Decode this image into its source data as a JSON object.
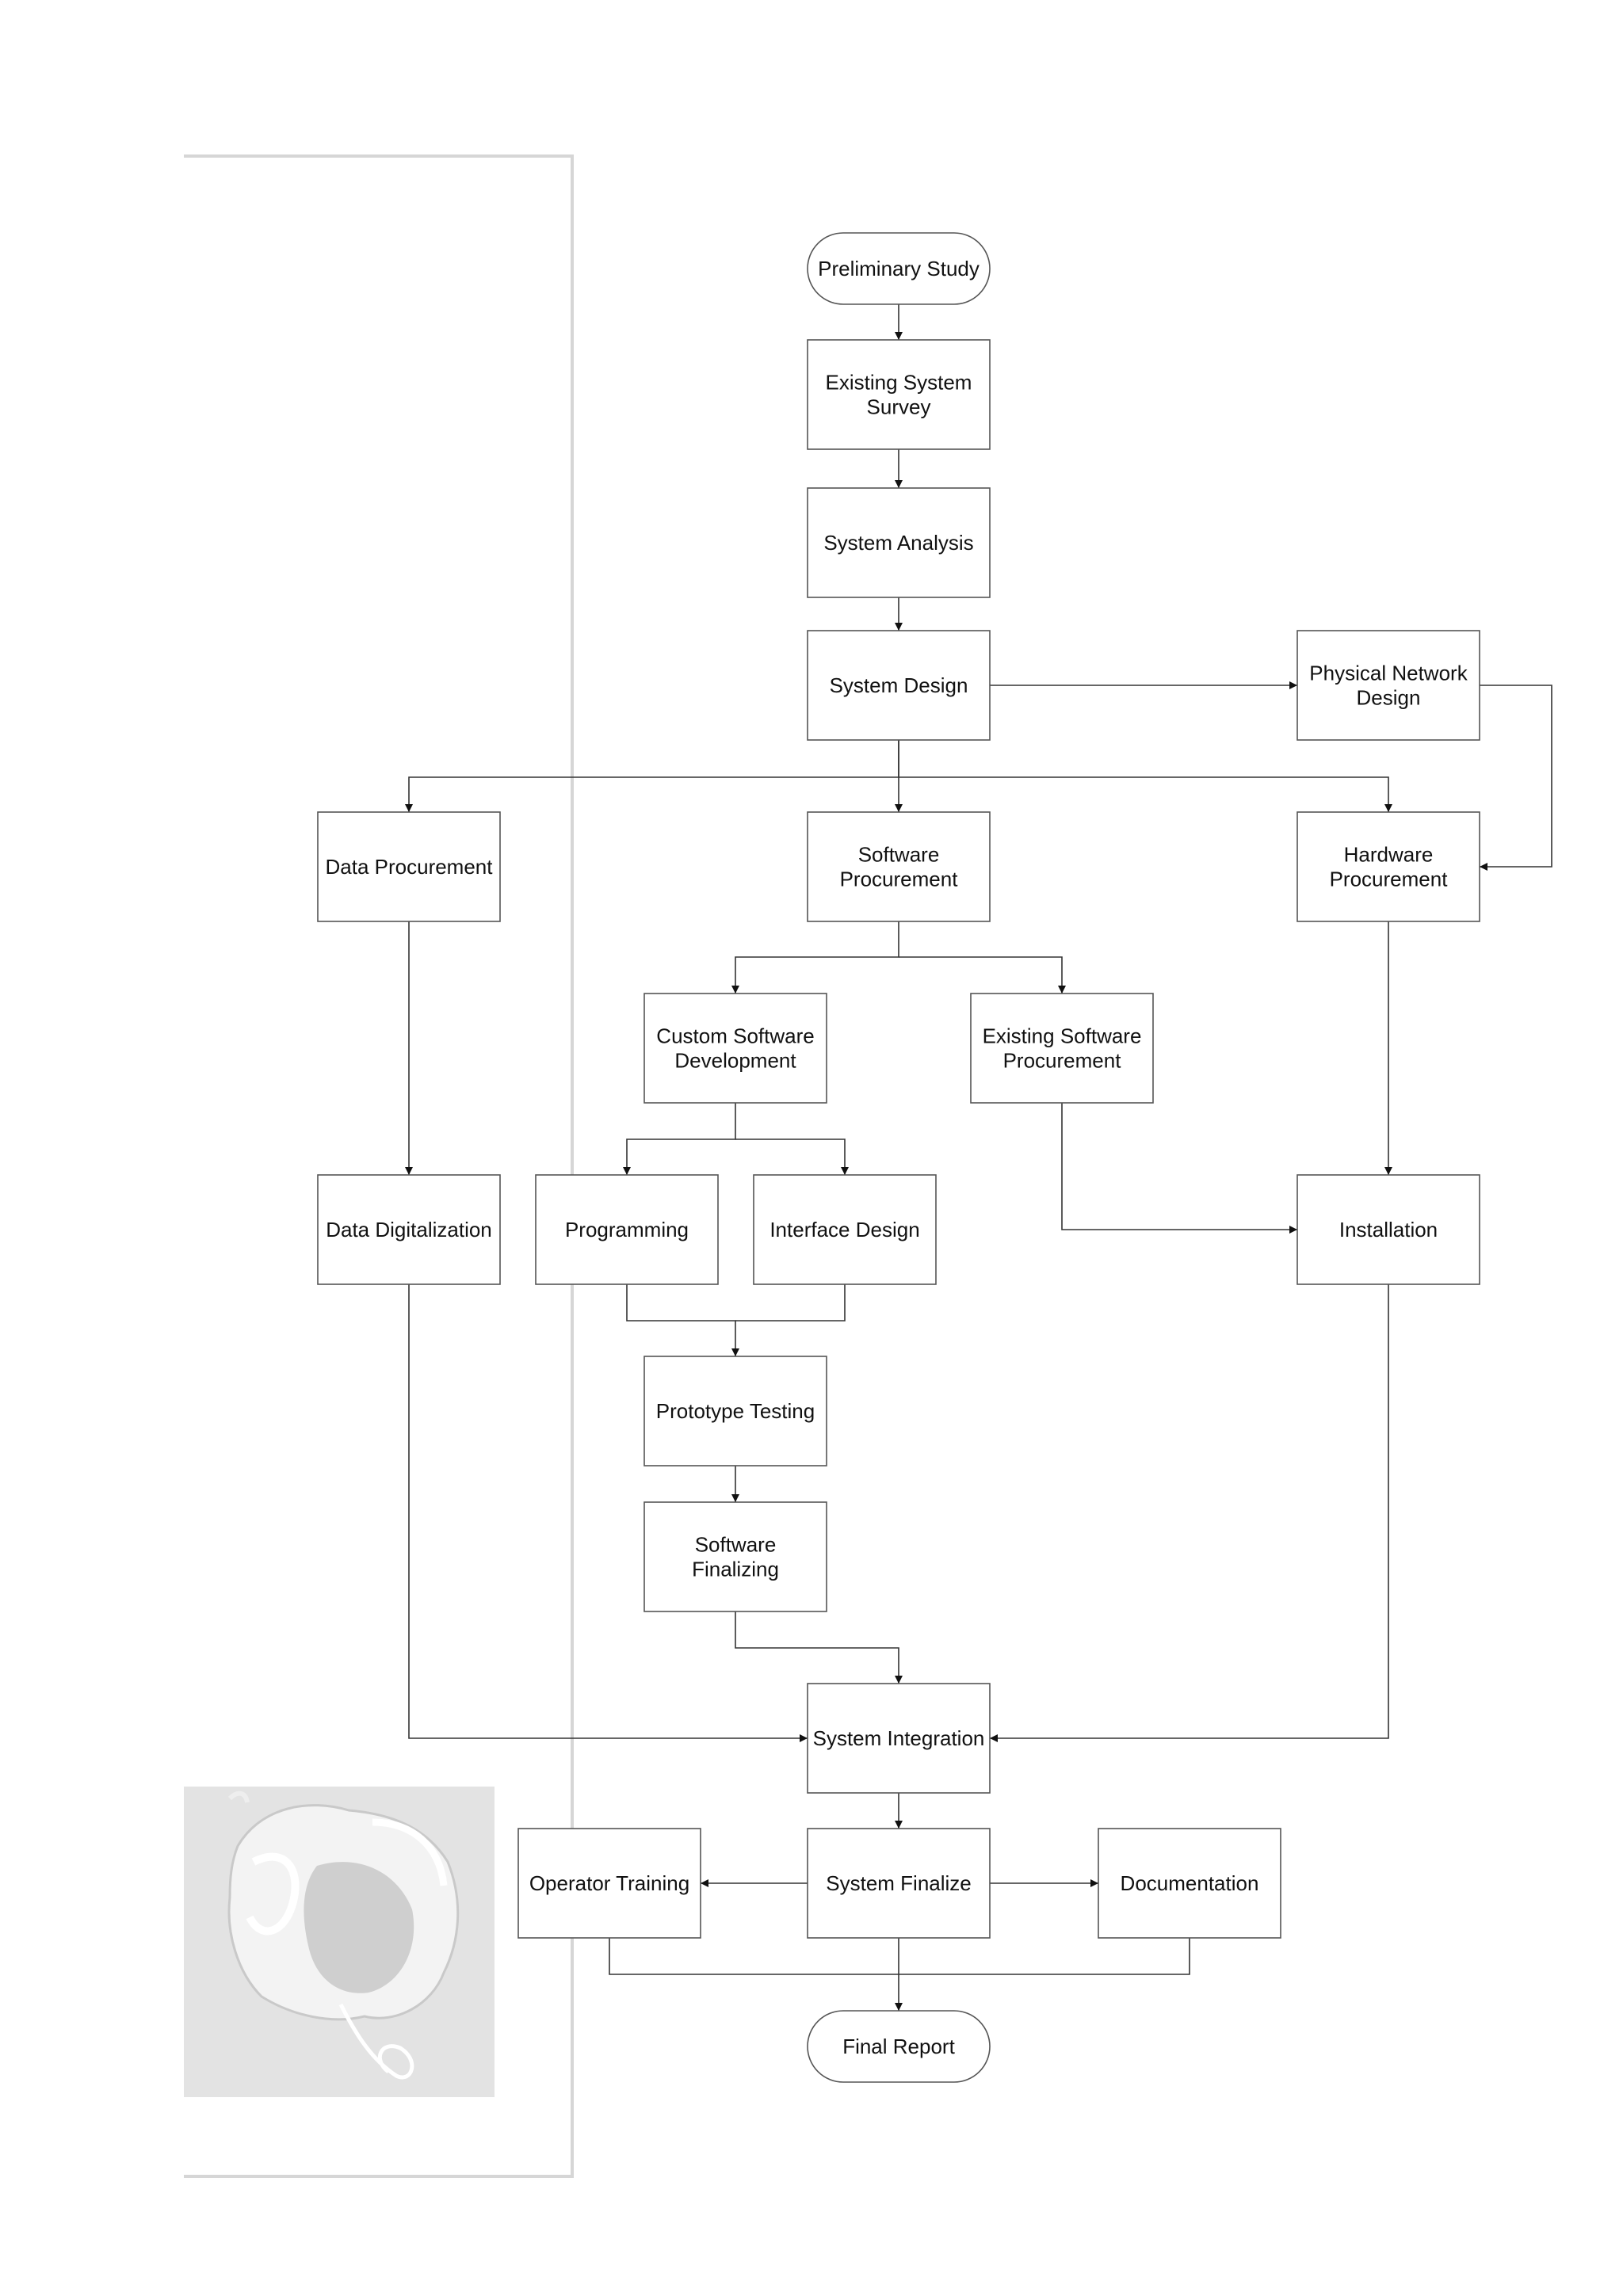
{
  "colors": {
    "background": "#ffffff",
    "node_border": "#555555",
    "edge": "#333333",
    "text": "#111111",
    "frame": "#d6d6d6",
    "photo_panel": "#e3e3e3"
  },
  "decor": {
    "photo_subject": "crumpled-paper-bag-image"
  },
  "diagram": {
    "nodes": [
      {
        "id": "preliminary_study",
        "shape": "terminal",
        "label": [
          "Preliminary Study"
        ]
      },
      {
        "id": "existing_system_survey",
        "shape": "process",
        "label": [
          "Existing System",
          "Survey"
        ]
      },
      {
        "id": "system_analysis",
        "shape": "process",
        "label": [
          "System Analysis"
        ]
      },
      {
        "id": "system_design",
        "shape": "process",
        "label": [
          "System Design"
        ]
      },
      {
        "id": "physical_network_design",
        "shape": "process",
        "label": [
          "Physical Network",
          "Design"
        ]
      },
      {
        "id": "data_procurement",
        "shape": "process",
        "label": [
          "Data Procurement"
        ]
      },
      {
        "id": "software_procurement",
        "shape": "process",
        "label": [
          "Software",
          "Procurement"
        ]
      },
      {
        "id": "hardware_procurement",
        "shape": "process",
        "label": [
          "Hardware",
          "Procurement"
        ]
      },
      {
        "id": "custom_software_development",
        "shape": "process",
        "label": [
          "Custom Software",
          "Development"
        ]
      },
      {
        "id": "existing_software_procurement",
        "shape": "process",
        "label": [
          "Existing Software",
          "Procurement"
        ]
      },
      {
        "id": "data_digitalization",
        "shape": "process",
        "label": [
          "Data Digitalization"
        ]
      },
      {
        "id": "programming",
        "shape": "process",
        "label": [
          "Programming"
        ]
      },
      {
        "id": "interface_design",
        "shape": "process",
        "label": [
          "Interface Design"
        ]
      },
      {
        "id": "installation",
        "shape": "process",
        "label": [
          "Installation"
        ]
      },
      {
        "id": "prototype_testing",
        "shape": "process",
        "label": [
          "Prototype Testing"
        ]
      },
      {
        "id": "software_finalizing",
        "shape": "process",
        "label": [
          "Software",
          "Finalizing"
        ]
      },
      {
        "id": "system_integration",
        "shape": "process",
        "label": [
          "System Integration"
        ]
      },
      {
        "id": "operator_training",
        "shape": "process",
        "label": [
          "Operator Training"
        ]
      },
      {
        "id": "system_finalize",
        "shape": "process",
        "label": [
          "System Finalize"
        ]
      },
      {
        "id": "documentation",
        "shape": "process",
        "label": [
          "Documentation"
        ]
      },
      {
        "id": "final_report",
        "shape": "terminal",
        "label": [
          "Final Report"
        ]
      }
    ],
    "edges": [
      {
        "from": "preliminary_study",
        "to": "existing_system_survey"
      },
      {
        "from": "existing_system_survey",
        "to": "system_analysis"
      },
      {
        "from": "system_analysis",
        "to": "system_design"
      },
      {
        "from": "system_design",
        "to": "physical_network_design"
      },
      {
        "from": "system_design",
        "to": "data_procurement"
      },
      {
        "from": "system_design",
        "to": "software_procurement"
      },
      {
        "from": "system_design",
        "to": "hardware_procurement"
      },
      {
        "from": "physical_network_design",
        "to": "hardware_procurement"
      },
      {
        "from": "software_procurement",
        "to": "custom_software_development"
      },
      {
        "from": "software_procurement",
        "to": "existing_software_procurement"
      },
      {
        "from": "custom_software_development",
        "to": "programming"
      },
      {
        "from": "custom_software_development",
        "to": "interface_design"
      },
      {
        "from": "data_procurement",
        "to": "data_digitalization"
      },
      {
        "from": "hardware_procurement",
        "to": "installation"
      },
      {
        "from": "existing_software_procurement",
        "to": "installation"
      },
      {
        "from": "programming",
        "to": "prototype_testing"
      },
      {
        "from": "interface_design",
        "to": "prototype_testing"
      },
      {
        "from": "prototype_testing",
        "to": "software_finalizing"
      },
      {
        "from": "software_finalizing",
        "to": "system_integration"
      },
      {
        "from": "data_digitalization",
        "to": "system_integration"
      },
      {
        "from": "installation",
        "to": "system_integration"
      },
      {
        "from": "system_integration",
        "to": "system_finalize"
      },
      {
        "from": "system_finalize",
        "to": "operator_training"
      },
      {
        "from": "system_finalize",
        "to": "documentation"
      },
      {
        "from": "system_finalize",
        "to": "final_report"
      },
      {
        "from": "operator_training",
        "to": "final_report"
      },
      {
        "from": "documentation",
        "to": "final_report"
      }
    ]
  }
}
